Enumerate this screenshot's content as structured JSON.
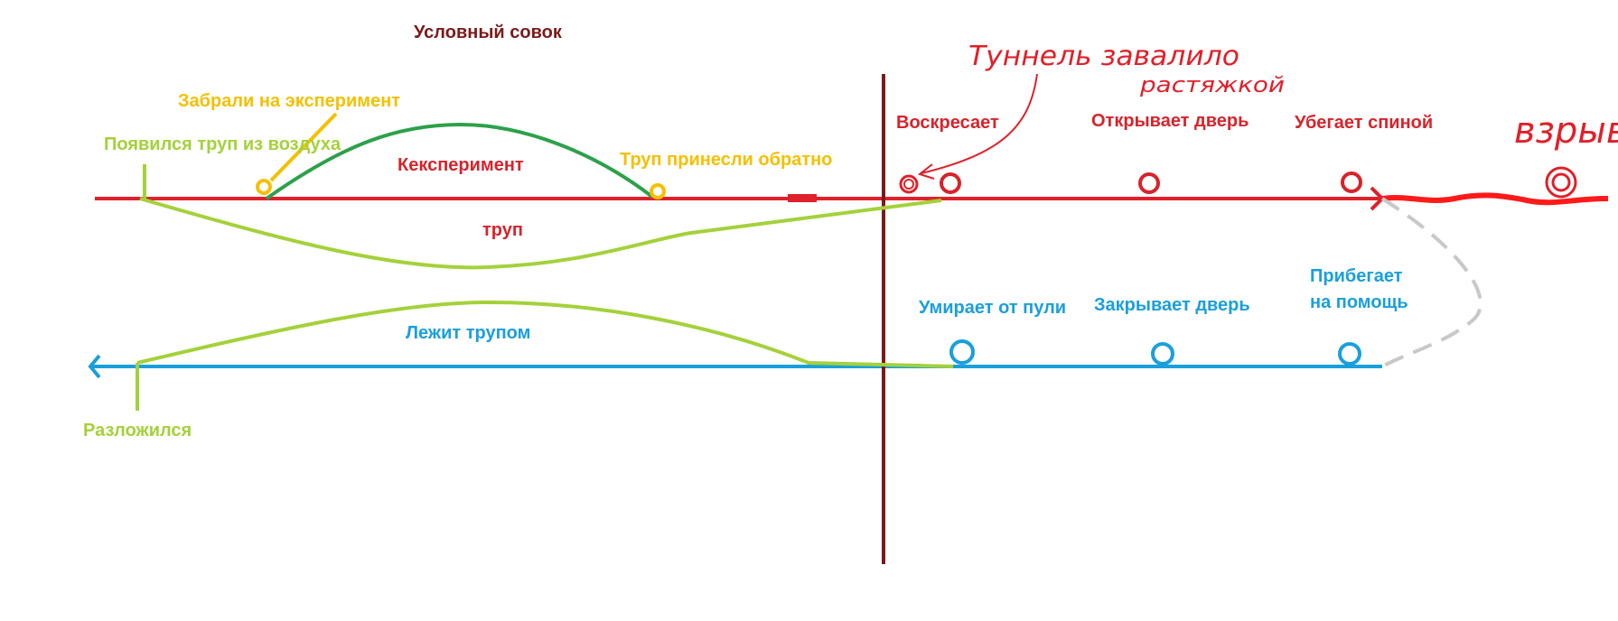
{
  "title": "Условный совок",
  "colors": {
    "title": "#7b1a1a",
    "timeline_red": "#e0202a",
    "timeline_blue": "#1a9fdc",
    "divider": "#7b1a1a",
    "corpse_path": "#a4d13a",
    "experiment_arc": "#2ca14a",
    "yellow_labels": "#f5c000",
    "red_labels": "#d8232a",
    "blue_labels": "#1a9fdc",
    "dashed_connector": "#c8c8c8"
  },
  "top_line": {
    "label_appeared": "Появился труп из воздуха",
    "label_taken": "Забрали на эксперимент",
    "label_experiment": "Кексперимент",
    "label_returned": "Труп принесли обратно",
    "label_corpse": "труп",
    "events": {
      "resurrects": "Воскресает",
      "opens_door": "Открывает дверь",
      "runs_away": "Убегает спиной"
    }
  },
  "bottom_line": {
    "label_lies": "Лежит трупом",
    "label_decomposed": "Разложился",
    "events": {
      "dies": "Умирает от пули",
      "closes_door": "Закрывает дверь",
      "runs_help_1": "Прибегает",
      "runs_help_2": "на помощь"
    }
  },
  "handwritten": {
    "tunnel_1": "Туннель завалило",
    "tunnel_2": "растяжкой",
    "explosion": "взрыв"
  }
}
